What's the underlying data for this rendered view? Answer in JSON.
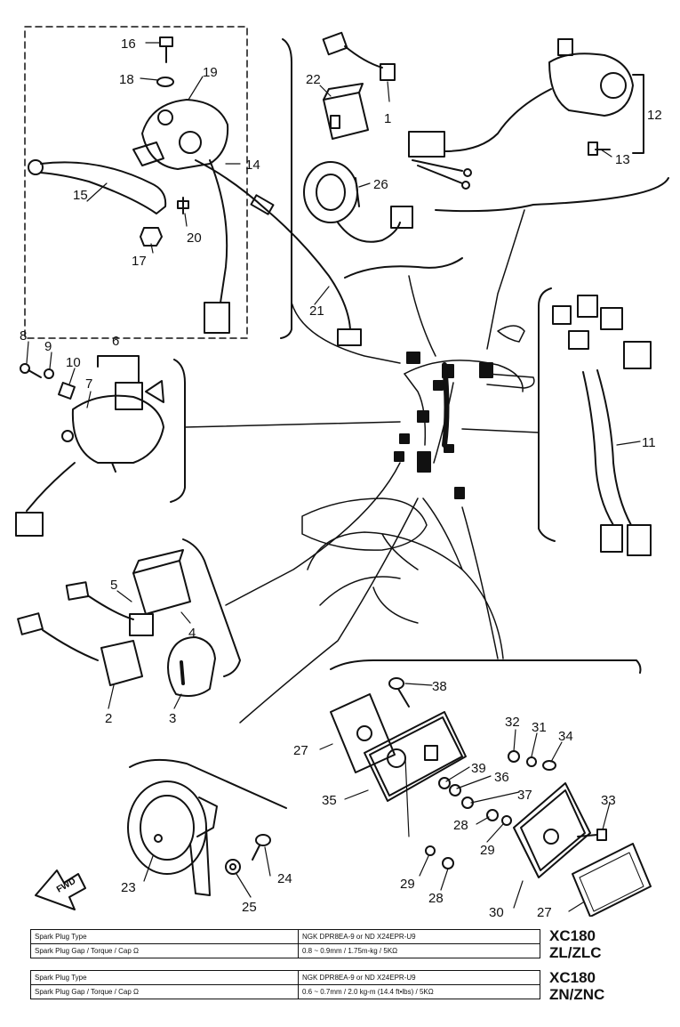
{
  "callouts": {
    "c1": "1",
    "c2": "2",
    "c3": "3",
    "c4": "4",
    "c5": "5",
    "c6": "6",
    "c7": "7",
    "c8": "8",
    "c9": "9",
    "c10": "10",
    "c11": "11",
    "c12": "12",
    "c13": "13",
    "c14": "14",
    "c15": "15",
    "c16": "16",
    "c17": "17",
    "c18": "18",
    "c19": "19",
    "c20": "20",
    "c21": "21",
    "c22": "22",
    "c23": "23",
    "c24": "24",
    "c25": "25",
    "c26": "26",
    "c27a": "27",
    "c27b": "27",
    "c28a": "28",
    "c28b": "28",
    "c29a": "29",
    "c29b": "29",
    "c30": "30",
    "c31": "31",
    "c32": "32",
    "c33": "33",
    "c34": "34",
    "c35": "35",
    "c36": "36",
    "c37": "37",
    "c38": "38",
    "c39": "39"
  },
  "fwd_label": "FWD",
  "spec_zl": {
    "row1_label": "Spark Plug Type",
    "row1_value": "NGK DPR8EA-9 or ND X24EPR-U9",
    "row2_label": "Spark Plug Gap / Torque / Cap Ω",
    "row2_value": "0.8 ~ 0.9mm / 1.75m-kg / 5KΩ"
  },
  "spec_zn": {
    "row1_label": "Spark Plug Type",
    "row1_value": "NGK DPR8EA-9 or ND X24EPR-U9",
    "row2_label": "Spark Plug Gap / Torque / Cap Ω",
    "row2_value": "0.6 ~ 0.7mm / 2.0 kg-m (14.4 ft•lbs) / 5KΩ"
  },
  "models": {
    "zl_line1": "XC180",
    "zl_line2": "ZL/ZLC",
    "zn_line1": "XC180",
    "zn_line2": "ZN/ZNC"
  }
}
